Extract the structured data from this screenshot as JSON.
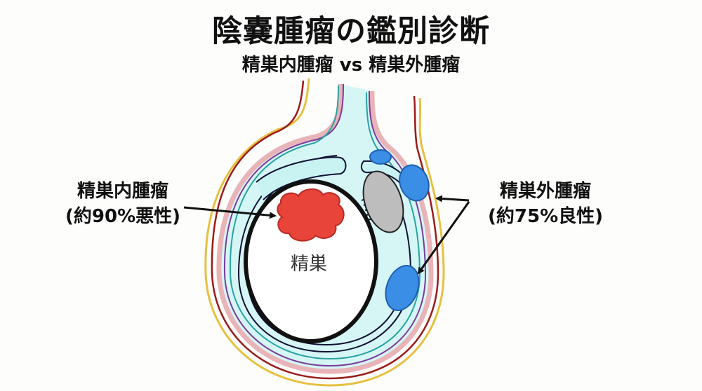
{
  "title": "陰嚢腫瘤の鑑別診断",
  "subtitle": "精巣内腫瘤 vs 精巣外腫瘤",
  "labels": {
    "intratesticular": {
      "name": "精巣内腫瘤",
      "note": "(約90%悪性)"
    },
    "extratesticular": {
      "name": "精巣外腫瘤",
      "note": "(約75%良性)"
    },
    "testis": "精巣"
  },
  "colors": {
    "tumor_intra": "#e8443a",
    "tumor_extra": "#3a8ee6",
    "epididymis": "#bdbdbd",
    "fluid": "#d6f6f6",
    "skin_outer": "#e8c040",
    "dartos": "#9b1b1b",
    "fascia": "#7a3a9a",
    "cremaster": "#e8b4b8",
    "tunica": "#2aa3a0"
  }
}
